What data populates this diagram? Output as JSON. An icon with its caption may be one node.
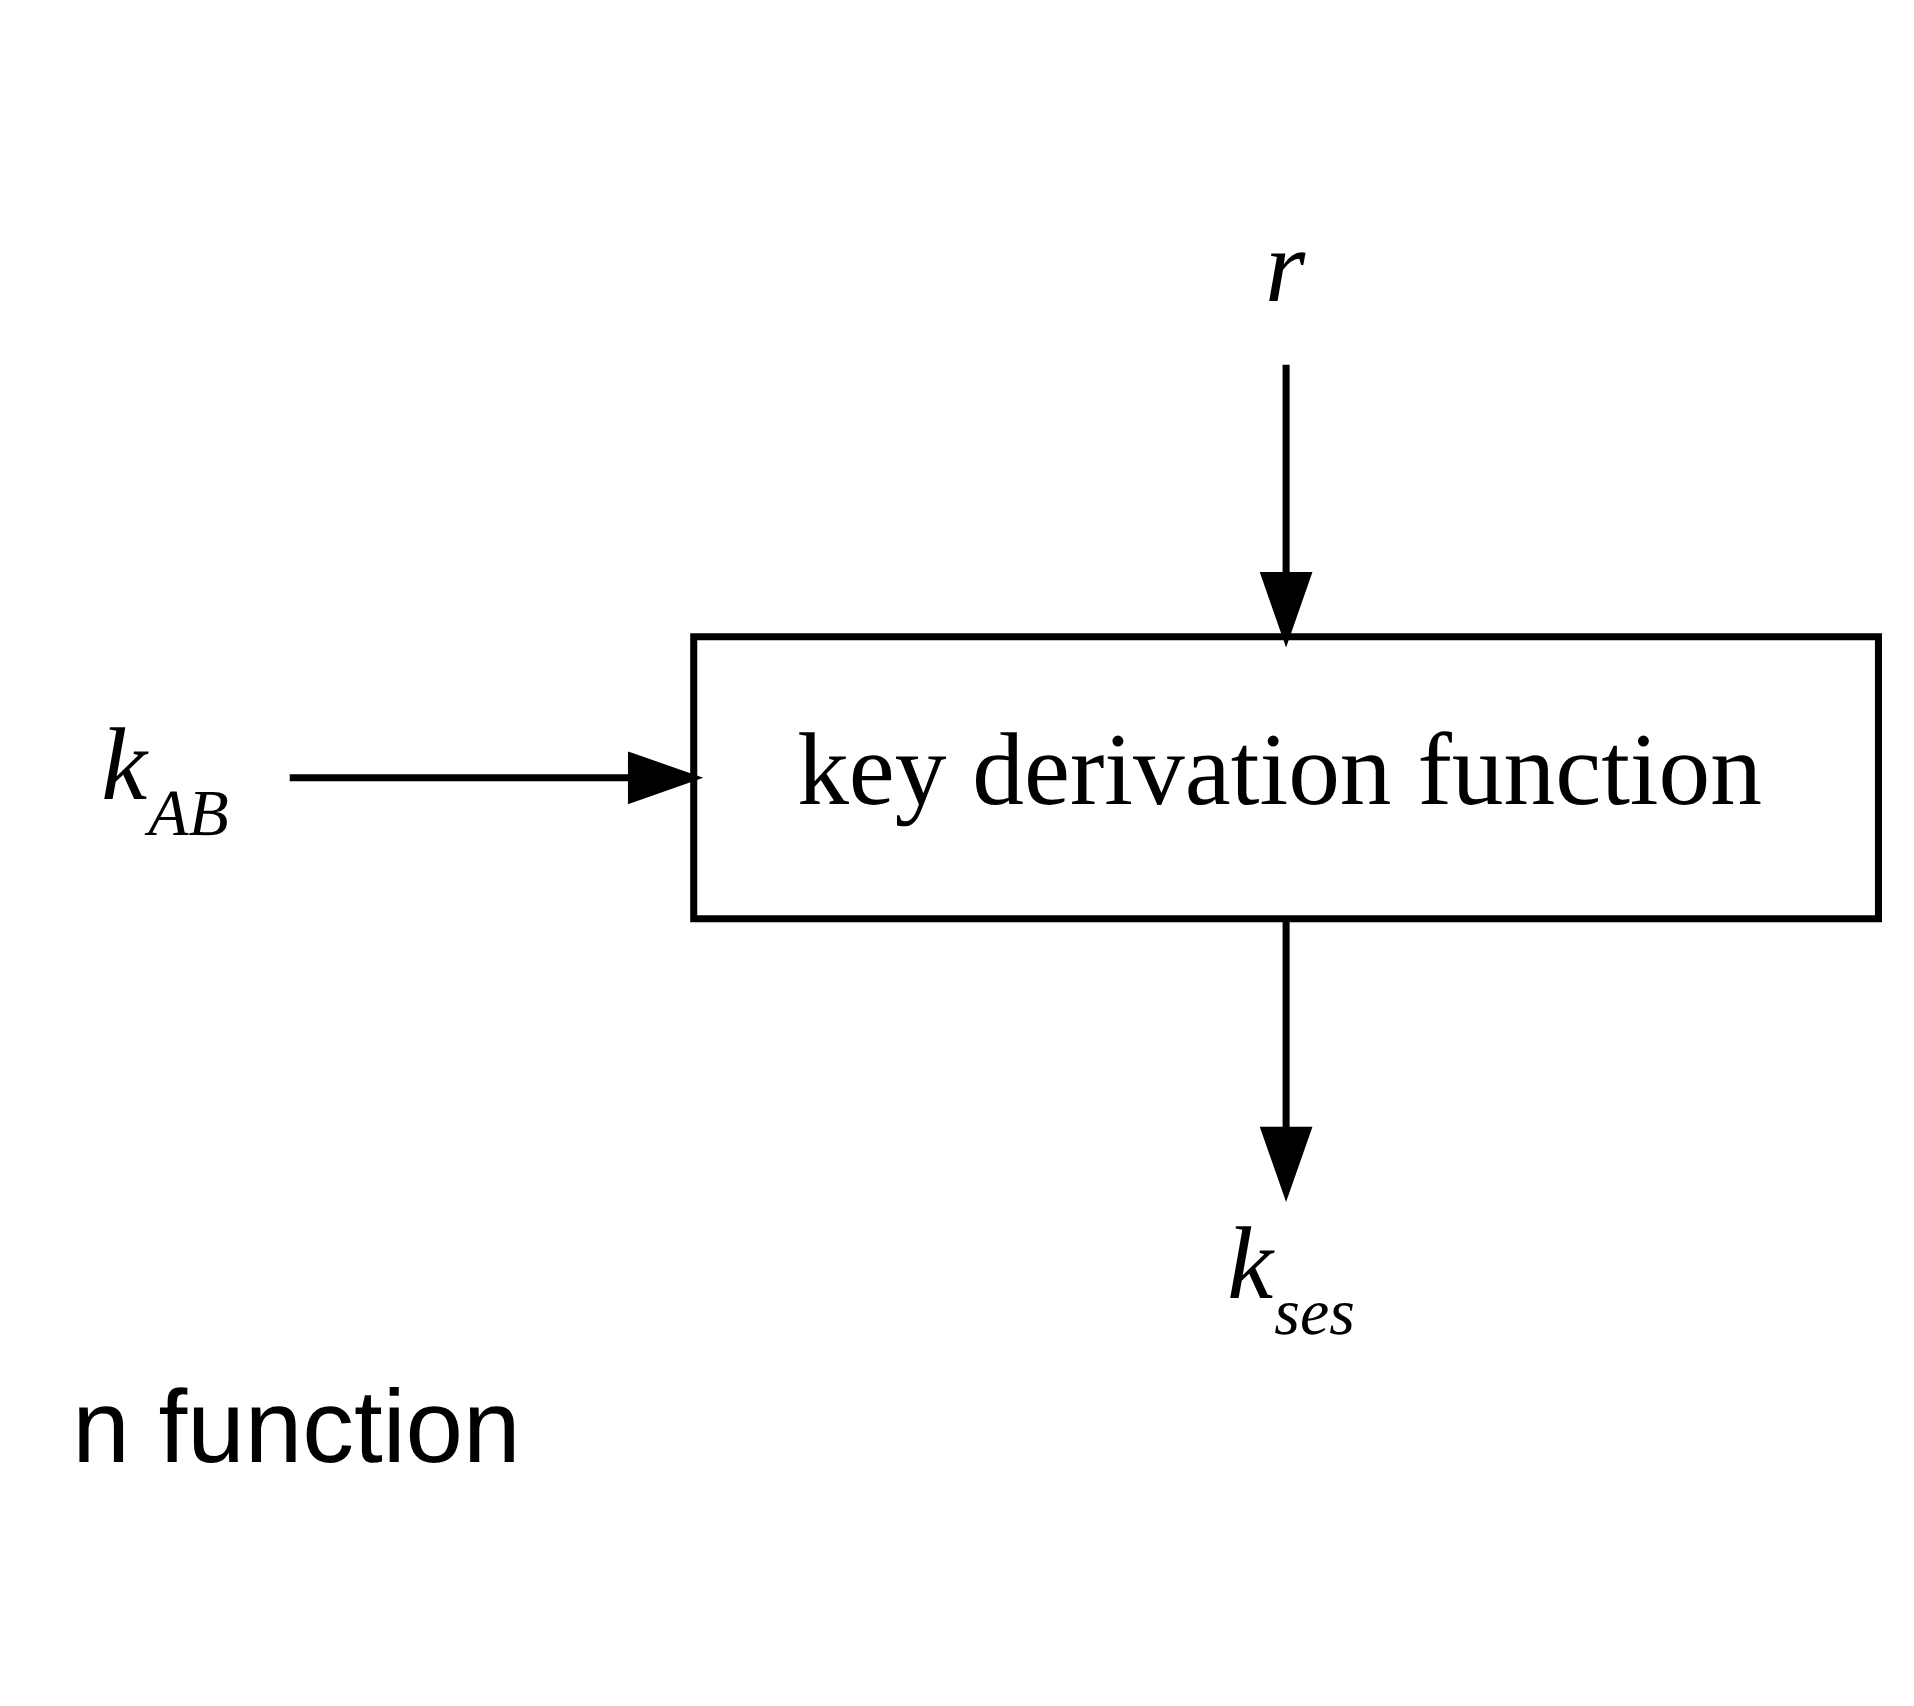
{
  "diagram": {
    "caption": "n function",
    "nodes": [
      {
        "text": [
          "r"
        ]
      },
      {
        "text": [
          "key derivation function"
        ]
      },
      {
        "text": [
          "k$_{AB}$"
        ]
      },
      {
        "text": [
          "k$_{ses}$"
        ]
      }
    ],
    "edges": [
      {
        "from": 0,
        "to": 1,
        "arrow": "to"
      },
      {
        "from": 2,
        "to": 1,
        "arrow": "to"
      },
      {
        "from": 1,
        "to": 3,
        "arrow": "to"
      }
    ]
  }
}
